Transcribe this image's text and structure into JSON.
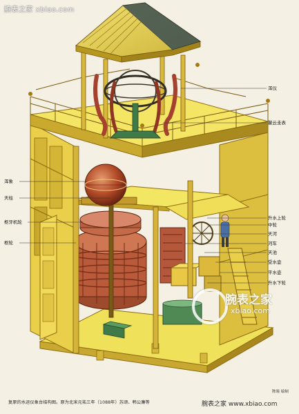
{
  "watermark_top": "腕表之家 xbiao.com",
  "watermark_center": {
    "big": "腕表之家",
    "small": "xbiao.com"
  },
  "watermark_bottom": "腕表之家 www.xbiao.com",
  "credit": "陈晓 绘制",
  "caption": "复原的水运仪象台结构图。原为北宋元祐三年（1088年）苏颂、韩公廉等",
  "labels_right": [
    "浑仪",
    "鳌云圭表",
    "升水上轮",
    "中轮",
    "天河",
    "河车",
    "天池",
    "受水壶",
    "平水壶",
    "升水下轮"
  ],
  "labels_left": [
    "浑象",
    "天柱",
    "枢牙机轮",
    "枢轮"
  ],
  "colors": {
    "wood_yellow": "#ecd449",
    "wood_dark": "#a47a12",
    "wood_mid": "#d2b236",
    "wheel_red": "#b95a3a",
    "sphere_red": "#b04826",
    "dragon_red": "#a5412e",
    "floor": "#f3e663",
    "green": "#3f7a48"
  }
}
